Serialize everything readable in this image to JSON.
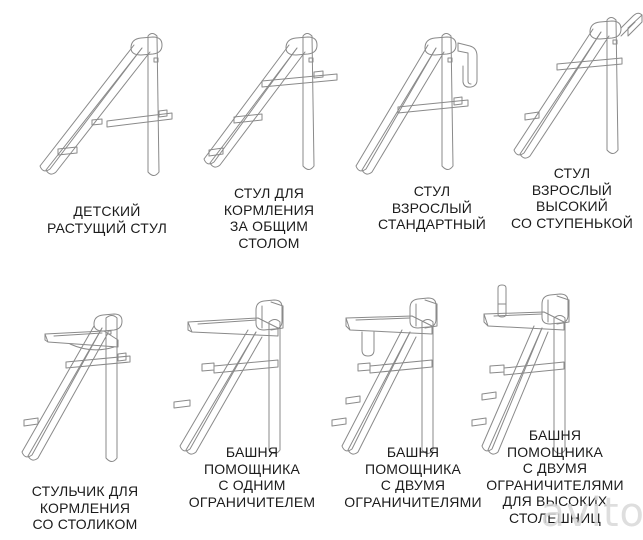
{
  "page": {
    "background_color": "#ffffff",
    "line_color": "#8a8a8a",
    "text_color": "#1b1b1b",
    "watermark": "avito",
    "watermark_color": "#d9d9d9"
  },
  "products": [
    {
      "id": "childrens-growing-chair",
      "icon": "growing-chair-diagram",
      "caption": "ДЕТСКИЙ\nРАСТУЩИЙ СТУЛ",
      "lines": [
        "ДЕТСКИЙ",
        "РАСТУЩИЙ СТУЛ"
      ]
    },
    {
      "id": "feeding-chair-common-table",
      "icon": "feeding-chair-diagram",
      "caption": "СТУЛ ДЛЯ\nКОРМЛЕНИЯ\nЗА ОБЩИМ\nСТОЛОМ",
      "lines": [
        "СТУЛ ДЛЯ",
        "КОРМЛЕНИЯ",
        "ЗА ОБЩИМ",
        "СТОЛОМ"
      ]
    },
    {
      "id": "adult-standard-chair",
      "icon": "adult-standard-chair-diagram",
      "caption": "СТУЛ\nВЗРОСЛЫЙ\nСТАНДАРТНЫЙ",
      "lines": [
        "СТУЛ",
        "ВЗРОСЛЫЙ",
        "СТАНДАРТНЫЙ"
      ]
    },
    {
      "id": "adult-tall-chair-with-step",
      "icon": "adult-tall-chair-step-diagram",
      "caption": "СТУЛ\nВЗРОСЛЫЙ\nВЫСОКИЙ\nСО СТУПЕНЬКОЙ",
      "lines": [
        "СТУЛ",
        "ВЗРОСЛЫЙ",
        "ВЫСОКИЙ",
        "СО СТУПЕНЬКОЙ"
      ]
    },
    {
      "id": "feeding-chair-with-tray",
      "icon": "feeding-chair-tray-diagram",
      "caption": "СТУЛЬЧИК ДЛЯ\nКОРМЛЕНИЯ\nСО СТОЛИКОМ",
      "lines": [
        "СТУЛЬЧИК ДЛЯ",
        "КОРМЛЕНИЯ",
        "СО СТОЛИКОМ"
      ]
    },
    {
      "id": "helper-tower-one-limiter",
      "icon": "helper-tower-one-limiter-diagram",
      "caption": "БАШНЯ\nПОМОЩНИКА\nС ОДНИМ\nОГРАНИЧИТЕЛЕМ",
      "lines": [
        "БАШНЯ",
        "ПОМОЩНИКА",
        "С ОДНИМ",
        "ОГРАНИЧИТЕЛЕМ"
      ]
    },
    {
      "id": "helper-tower-two-limiters",
      "icon": "helper-tower-two-limiters-diagram",
      "caption": "БАШНЯ\nПОМОЩНИКА\nС ДВУМЯ\nОГРАНИЧИТЕЛЯМИ",
      "lines": [
        "БАШНЯ",
        "ПОМОЩНИКА",
        "С ДВУМЯ",
        "ОГРАНИЧИТЕЛЯМИ"
      ]
    },
    {
      "id": "helper-tower-two-limiters-tall",
      "icon": "helper-tower-tall-diagram",
      "caption": "БАШНЯ\nПОМОЩНИКА\nС ДВУМЯ\nОГРАНИЧИТЕЛЯМИ\nДЛЯ ВЫСОКИХ\nСТОЛЕШНИЦ",
      "lines": [
        "БАШНЯ",
        "ПОМОЩНИКА",
        "С ДВУМЯ",
        "ОГРАНИЧИТЕЛЯМИ",
        "ДЛЯ ВЫСОКИХ",
        "СТОЛЕШНИЦ"
      ]
    }
  ]
}
